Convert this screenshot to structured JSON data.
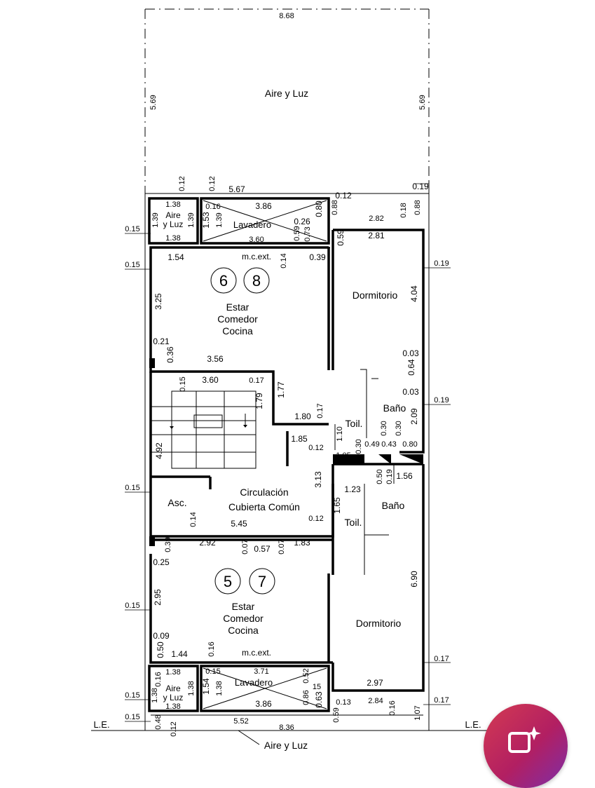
{
  "plan": {
    "areas": {
      "aire_luz_top": "Aire y Luz",
      "aire_luz_bottom": "Aire y Luz",
      "patio_left_upper": [
        "Aire",
        "y Luz"
      ],
      "patio_left_lower": [
        "Aire",
        "y Luz"
      ],
      "lavadero_upper": "Lavadero",
      "lavadero_lower": "Lavadero",
      "mcext_upper": "m.c.ext.",
      "mcext_lower": "m.c.ext.",
      "estar_upper": [
        "Estar",
        "Comedor",
        "Cocina"
      ],
      "estar_lower": [
        "Estar",
        "Comedor",
        "Cocina"
      ],
      "dormitorio_upper": "Dormitorio",
      "dormitorio_lower": "Dormitorio",
      "bano_upper": "Baño",
      "bano_lower": "Baño",
      "toil_upper": "Toil.",
      "toil_lower": "Toil.",
      "circulacion": [
        "Circulación",
        "Cubierta Común"
      ],
      "asc": "Asc.",
      "le_left": "L.E.",
      "le_right": "L.E."
    },
    "unit_numbers": {
      "upper_a": "6",
      "upper_b": "8",
      "lower_a": "5",
      "lower_b": "7"
    },
    "dimensions": {
      "top_width": "8.68",
      "top_depth_left": "5.69",
      "top_depth_right": "5.69",
      "d_012_a": "0.12",
      "d_012_b": "0.12",
      "d_567": "5.67",
      "d_012_c": "0.12",
      "d_019_a": "0.19",
      "d_138_a": "1.38",
      "d_139_a": "1.39",
      "d_139_b": "1.39",
      "d_138_b": "1.38",
      "d_016_a": "0.16",
      "d_386_a": "3.86",
      "d_080_a": "0.80",
      "d_088_a": "0.88",
      "d_088_b": "0.88",
      "d_153": "1.53",
      "d_139_c": "1.39",
      "d_026": "0.26",
      "d_059_a": "0.59",
      "d_073": "0.73",
      "d_282": "2.82",
      "d_018": "0.18",
      "d_281": "2.81",
      "d_059_b": "0.59",
      "d_015_a": "0.15",
      "d_360_a": "3.60",
      "d_015_b": "0.15",
      "d_154": "1.54",
      "d_014_a": "0.14",
      "d_039_a": "0.39",
      "d_019_b": "0.19",
      "d_325": "3.25",
      "d_404": "4.04",
      "d_021": "0.21",
      "d_036": "0.36",
      "d_356": "3.56",
      "d_003_a": "0.03",
      "d_064": "0.64",
      "d_015_c": "0.15",
      "d_360_b": "3.60",
      "d_017_a": "0.17",
      "d_179": "1.79",
      "d_177": "1.77",
      "d_003_b": "0.03",
      "d_209": "2.09",
      "d_019_c": "0.19",
      "d_180": "1.80",
      "d_017_b": "0.17",
      "d_185": "1.85",
      "d_110": "1.10",
      "d_030_a": "0.30",
      "d_030_b": "0.30",
      "d_012_d": "0.12",
      "d_030_c": "0.30",
      "d_049": "0.49",
      "d_043": "0.43",
      "d_080_b": "0.80",
      "d_492": "4.92",
      "d_105": "1.05",
      "d_050": "0.50",
      "d_019_d": "0.19",
      "d_156": "1.56",
      "d_313": "3.13",
      "d_015_d": "0.15",
      "d_123": "1.23",
      "d_165": "1.65",
      "d_014_b": "0.14",
      "d_545": "5.45",
      "d_012_e": "0.12",
      "d_039_b": "0.39",
      "d_292": "2.92",
      "d_007_a": "0.07",
      "d_057": "0.57",
      "d_007_b": "0.07",
      "d_183": "1.83",
      "d_025": "0.25",
      "d_690": "6.90",
      "d_295": "2.95",
      "d_015_e": "0.15",
      "d_009": "0.09",
      "d_050_b": "0.50",
      "d_144": "1.44",
      "d_016_b": "0.16",
      "d_017_c": "0.17",
      "d_138_c": "1.38",
      "d_016_c": "0.16",
      "d_138_d": "1.38",
      "d_015_f": "0.15",
      "d_371": "3.71",
      "d_052": "0.52",
      "d_154_b": "1.54",
      "d_138_e": "1.38",
      "d_015_g": "15",
      "d_086": "0.86",
      "d_063": "0.63",
      "d_138_f": "1.38",
      "d_138_g": "1.38",
      "d_386_b": "3.86",
      "d_297": "2.97",
      "d_015_h": "0.15",
      "d_013": "0.13",
      "d_284": "2.84",
      "d_016_d": "0.16",
      "d_107": "1.07",
      "d_017_d": "0.17",
      "d_015_i": "0.15",
      "d_048": "0.48",
      "d_552": "5.52",
      "d_836": "8.36",
      "d_059_c": "0.59",
      "d_012_f": "0.12"
    }
  },
  "fab": {
    "icon": "photo-sparkle-icon",
    "color_start": "#d43b52",
    "color_end": "#7d2ea8"
  }
}
